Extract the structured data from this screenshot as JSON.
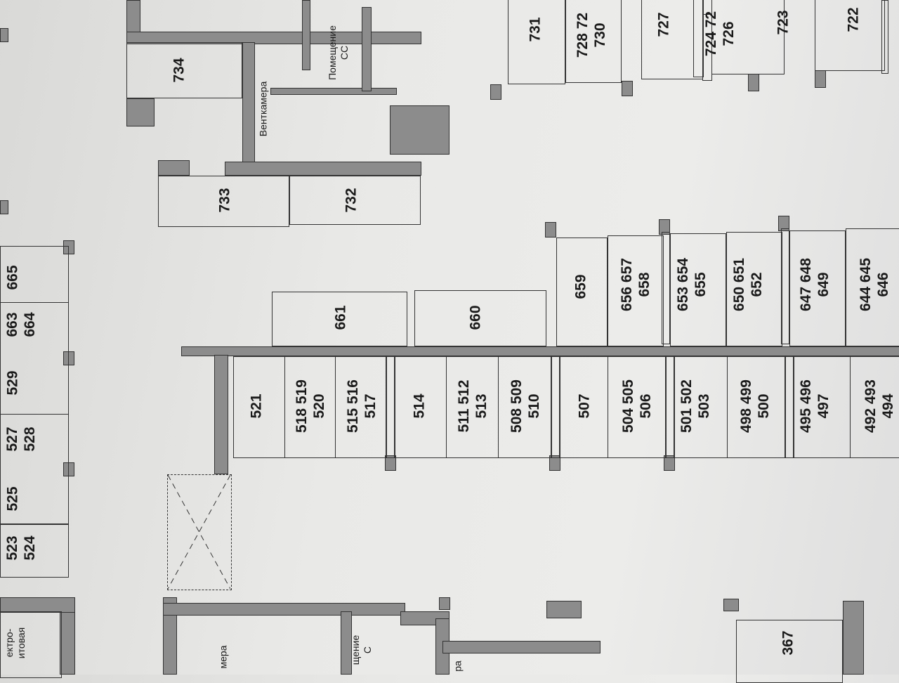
{
  "rooms": {
    "ventkamera": "Венткамера",
    "pomeshchenie_1": "Помещение",
    "pomeshchenie_2": "СС",
    "elektro_1": "ектро-",
    "elektro_2": "итовая",
    "bottom_kamera": "мера",
    "bottom_pom_1": "щение",
    "bottom_pom_2": "С",
    "bottom_ra": "ра"
  },
  "units": {
    "u734": [
      "734"
    ],
    "u733": [
      "733"
    ],
    "u732": [
      "732"
    ],
    "u731": [
      "731"
    ],
    "u728": [
      "728  72",
      "730"
    ],
    "u727": [
      "727"
    ],
    "u724": [
      "724  72",
      "726"
    ],
    "u723": [
      "723"
    ],
    "u722": [
      "722"
    ],
    "u665": [
      "665"
    ],
    "u663": [
      "663",
      "664"
    ],
    "u529": [
      "529"
    ],
    "u527": [
      "527",
      "528"
    ],
    "u525": [
      "525"
    ],
    "u523": [
      "523",
      "524"
    ],
    "u661": [
      "661"
    ],
    "u660": [
      "660"
    ],
    "u659": [
      "659"
    ],
    "u656": [
      "656  657",
      "658"
    ],
    "u653": [
      "653  654",
      "655"
    ],
    "u650": [
      "650  651",
      "652"
    ],
    "u647": [
      "647  648",
      "649"
    ],
    "u644": [
      "644  645",
      "646"
    ],
    "u521": [
      "521"
    ],
    "u518": [
      "518  519",
      "520"
    ],
    "u515": [
      "515  516",
      "517"
    ],
    "u514": [
      "514"
    ],
    "u511": [
      "511  512",
      "513"
    ],
    "u508": [
      "508  509",
      "510"
    ],
    "u507": [
      "507"
    ],
    "u504": [
      "504  505",
      "506"
    ],
    "u501": [
      "501  502",
      "503"
    ],
    "u498": [
      "498  499",
      "500"
    ],
    "u495": [
      "495  496",
      "497"
    ],
    "u492": [
      "492  493",
      "494"
    ],
    "u367": [
      "367"
    ]
  },
  "colors": {
    "wall": "#8c8c8c",
    "line": "#333333",
    "paper": "#e9e9e7"
  }
}
